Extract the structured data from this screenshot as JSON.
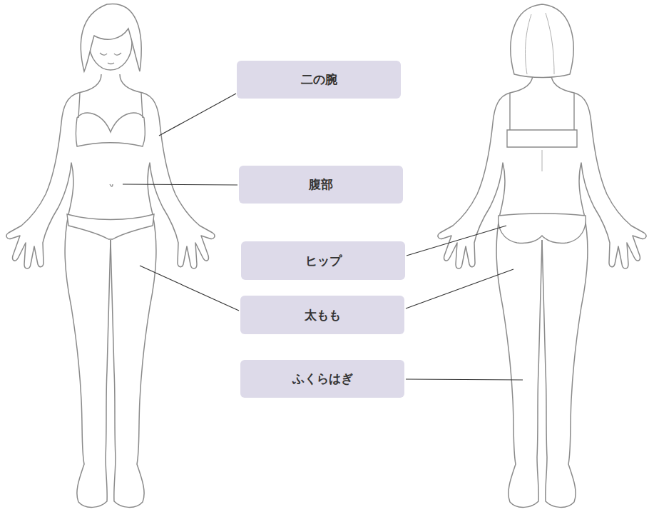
{
  "diagram": {
    "nodes": [
      {
        "text": [
          "二の腕"
        ]
      },
      {
        "text": [
          "腹部"
        ]
      },
      {
        "text": [
          "ヒップ"
        ]
      },
      {
        "text": [
          "太もも"
        ]
      },
      {
        "text": [
          "ふくらはぎ"
        ]
      }
    ]
  }
}
